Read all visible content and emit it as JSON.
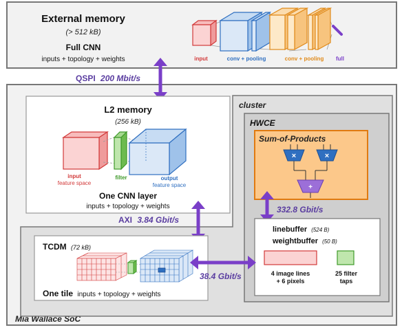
{
  "external_memory": {
    "title": "External memory",
    "size": "(> 512 kB)",
    "subtitle": "Full CNN",
    "detail": "inputs + topology + weights",
    "labels": {
      "input": "input",
      "conv1": "conv + pooling",
      "conv2": "conv + pooling",
      "full": "full"
    }
  },
  "qspi": {
    "name": "QSPI",
    "rate": "200 Mbit/s"
  },
  "cluster_label": "cluster",
  "soc_label": "Mia Wallace SoC",
  "l2": {
    "title": "L2 memory",
    "size": "(256 kB)",
    "input_label": "input",
    "input_sub": "feature space",
    "filter_label": "filter",
    "output_label": "output",
    "output_sub": "feature space",
    "layer_title": "One CNN layer",
    "layer_detail": "inputs + topology + weights"
  },
  "axi": {
    "name": "AXI",
    "rate": "3.84 Gbit/s"
  },
  "hwce": {
    "title": "HWCE",
    "sop_title": "Sum-of-Products",
    "mul_symbol": "×",
    "add_symbol": "+",
    "link_rate": "332.8 Gbit/s",
    "linebuffer": "linebuffer",
    "linebuffer_size": "(524 B)",
    "weightbuffer": "weightbuffer",
    "weightbuffer_size": "(50 B)",
    "lines_text_1": "4 image lines",
    "lines_text_2": "+ 6 pixels",
    "taps_text_1": "25 filter",
    "taps_text_2": "taps"
  },
  "tcdm": {
    "title": "TCDM",
    "size": "(72 kB)",
    "tile_title": "One tile",
    "tile_detail": "inputs + topology + weights",
    "link_rate": "38.4 Gbit/s"
  },
  "colors": {
    "accent_purple": "#7a3fc8",
    "label_purple": "#5a3da0",
    "input_red": "#d23a3a",
    "conv_blue": "#2f6fc0",
    "pool_orange": "#e08a1a",
    "filter_green": "#3f9a2a",
    "sop_fill": "#fcc88a",
    "sop_border": "#e07a10"
  }
}
